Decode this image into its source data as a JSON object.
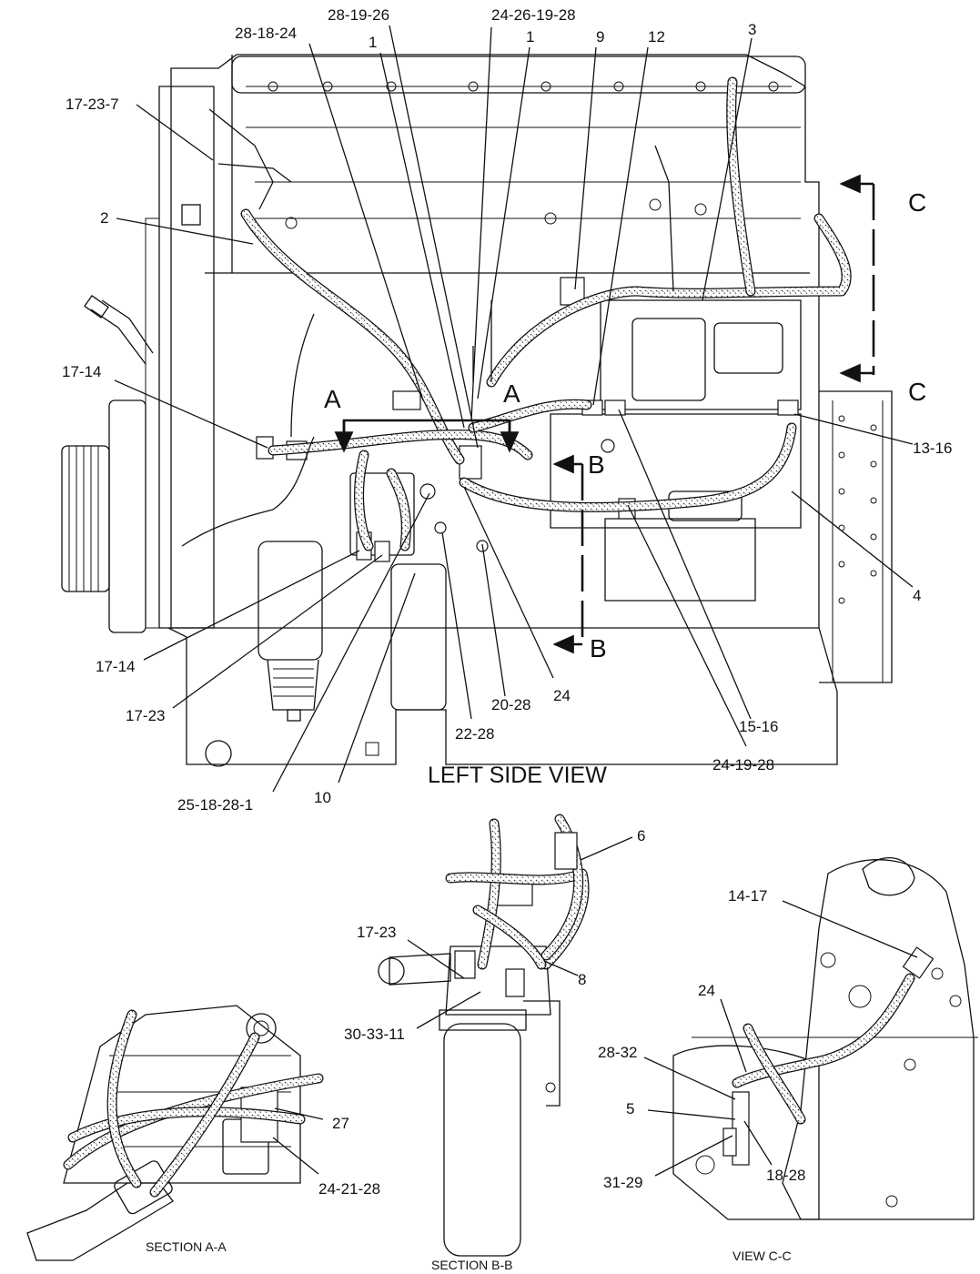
{
  "view_titles": {
    "left_side": "LEFT SIDE VIEW",
    "section_aa": "SECTION A-A",
    "section_bb": "SECTION B-B",
    "view_cc": "VIEW C-C"
  },
  "section_markers": {
    "a": "A",
    "b": "B",
    "c": "C"
  },
  "callouts": {
    "left_side": {
      "c_28_18_24": "28-18-24",
      "c_28_19_26": "28-19-26",
      "c_24_26_19_28": "24-26-19-28",
      "c_1a": "1",
      "c_1b": "1",
      "c_9": "9",
      "c_12": "12",
      "c_3": "3",
      "c_17_23_7": "17-23-7",
      "c_2": "2",
      "c_17_14a": "17-14",
      "c_13_16": "13-16",
      "c_4": "4",
      "c_17_14b": "17-14",
      "c_17_23": "17-23",
      "c_24": "24",
      "c_20_28": "20-28",
      "c_15_16": "15-16",
      "c_22_28": "22-28",
      "c_24_19_28": "24-19-28",
      "c_25_18_28_1": "25-18-28-1",
      "c_10": "10"
    },
    "section_bb": {
      "c_6": "6",
      "c_17_23": "17-23",
      "c_8": "8",
      "c_30_33_11": "30-33-11"
    },
    "section_aa": {
      "c_27": "27",
      "c_24_21_28": "24-21-28"
    },
    "view_cc": {
      "c_14_17": "14-17",
      "c_24": "24",
      "c_28_32": "28-32",
      "c_5": "5",
      "c_18_28": "18-28",
      "c_31_29": "31-29"
    }
  }
}
